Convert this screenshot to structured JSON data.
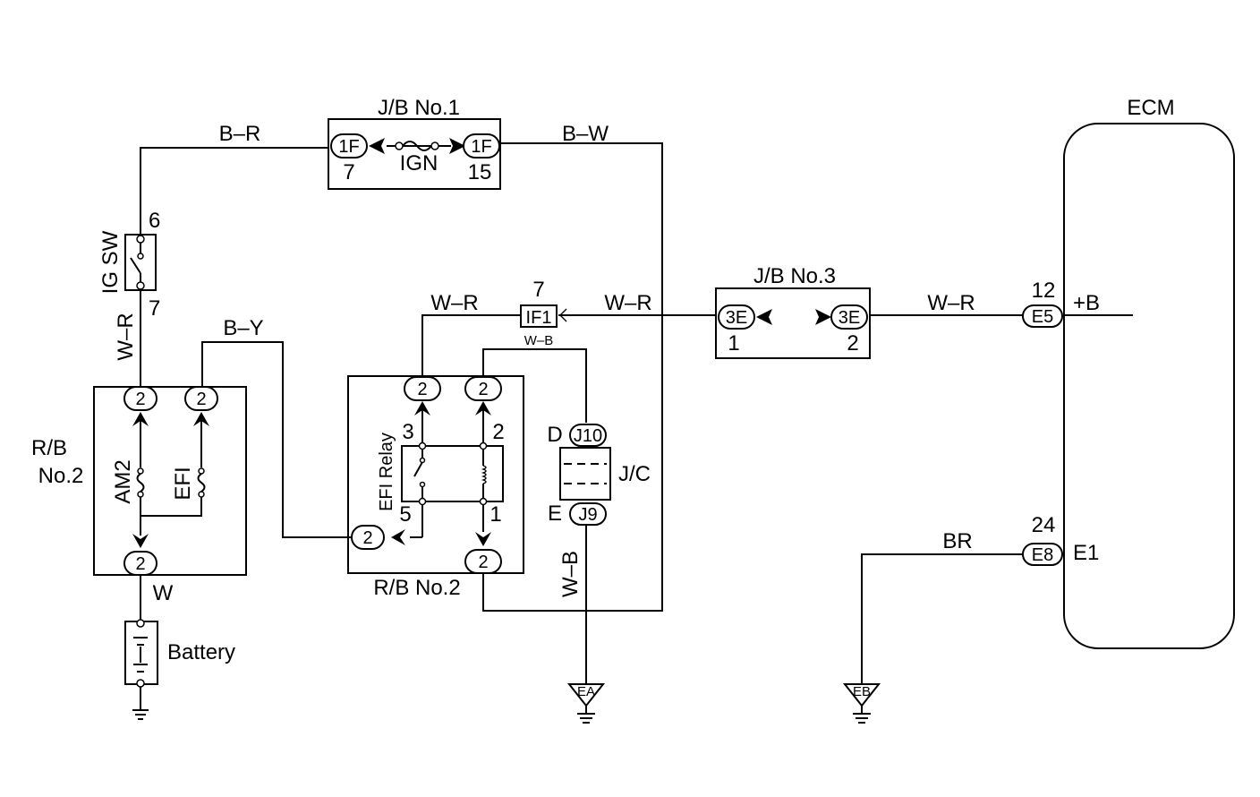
{
  "jb1": {
    "title": "J/B No.1",
    "conn_left": "1F",
    "pin_left": "7",
    "fuse": "IGN",
    "conn_right": "1F",
    "pin_right": "15"
  },
  "jb3": {
    "title": "J/B No.3",
    "conn_left": "3E",
    "pin_left": "1",
    "conn_right": "3E",
    "pin_right": "2"
  },
  "ig_switch": {
    "label": "IG SW",
    "pin_top": "6",
    "pin_bottom": "7"
  },
  "rb2_left": {
    "label_line1": "R/B",
    "label_line2": "No.2",
    "fuse_am2": "AM2",
    "fuse_efi": "EFI",
    "conn_a": "2",
    "conn_b": "2",
    "conn_c": "2"
  },
  "rb2_relay": {
    "label": "R/B No.2",
    "relay": "EFI Relay",
    "conn_tl": "2",
    "conn_tr": "2",
    "conn_side": "2",
    "conn_bottom": "2",
    "pin3": "3",
    "pin2": "2",
    "pin5": "5",
    "pin1": "1"
  },
  "connector_if1": {
    "id": "IF1",
    "pin": "7"
  },
  "jc": {
    "label": "J/C",
    "top_conn": "J10",
    "top_pin": "D",
    "bottom_conn": "J9",
    "bottom_pin": "E"
  },
  "wires": {
    "b_r": "B–R",
    "b_w": "B–W",
    "w_r_ig": "W–R",
    "b_y": "B–Y",
    "w_r_relay": "W–R",
    "w_r_mid": "W–R",
    "w_b_top": "W–B",
    "w_b_vert": "W–B",
    "w_r_ecm": "W–R",
    "br": "BR",
    "w": "W"
  },
  "battery": {
    "label": "Battery"
  },
  "grounds": {
    "ea": "EA",
    "eb": "EB"
  },
  "ecm": {
    "title": "ECM",
    "plus_b_pin": "12",
    "plus_b_conn": "E5",
    "plus_b_term": "+B",
    "e1_pin": "24",
    "e1_conn": "E8",
    "e1_term": "E1"
  }
}
